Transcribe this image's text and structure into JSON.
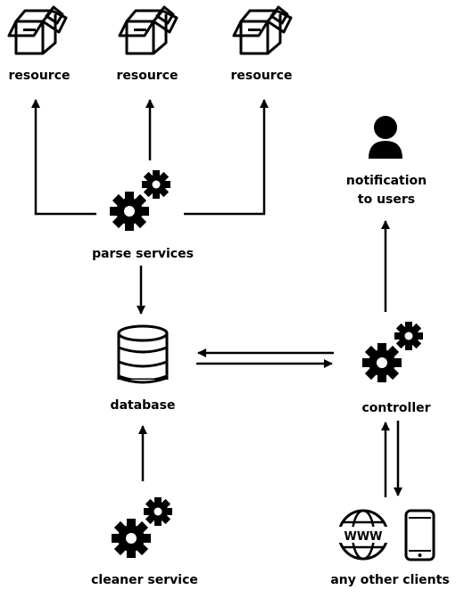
{
  "labels": {
    "resource_1": "resource",
    "resource_2": "resource",
    "resource_3": "resource",
    "parse_services": "parse services",
    "database": "database",
    "controller": "controller",
    "notification_line1": "notification",
    "notification_line2": "to users",
    "cleaner_service": "cleaner service",
    "any_other_clients": "any other clients",
    "www_text": "WWW"
  },
  "icons": {
    "resource": "open-box-icon",
    "service": "gears-icon",
    "database": "database-icon",
    "user": "user-icon",
    "web": "globe-icon",
    "mobile": "smartphone-icon"
  },
  "colors": {
    "stroke": "#000000",
    "background": "#ffffff"
  }
}
